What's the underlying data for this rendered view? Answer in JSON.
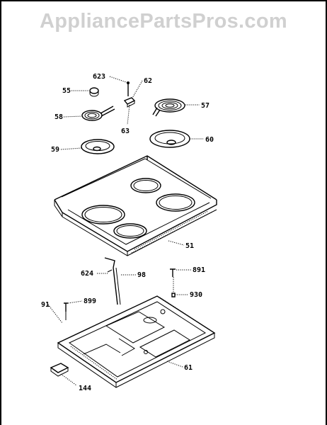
{
  "watermark": "AppliancePartsPros.com",
  "labels": {
    "p623": "623",
    "p62": "62",
    "p55": "55",
    "p57": "57",
    "p58": "58",
    "p63": "63",
    "p60": "60",
    "p59": "59",
    "p51": "51",
    "p624": "624",
    "p98": "98",
    "p891": "891",
    "p930": "930",
    "p91": "91",
    "p899": "899",
    "p61": "61",
    "p144": "144"
  }
}
